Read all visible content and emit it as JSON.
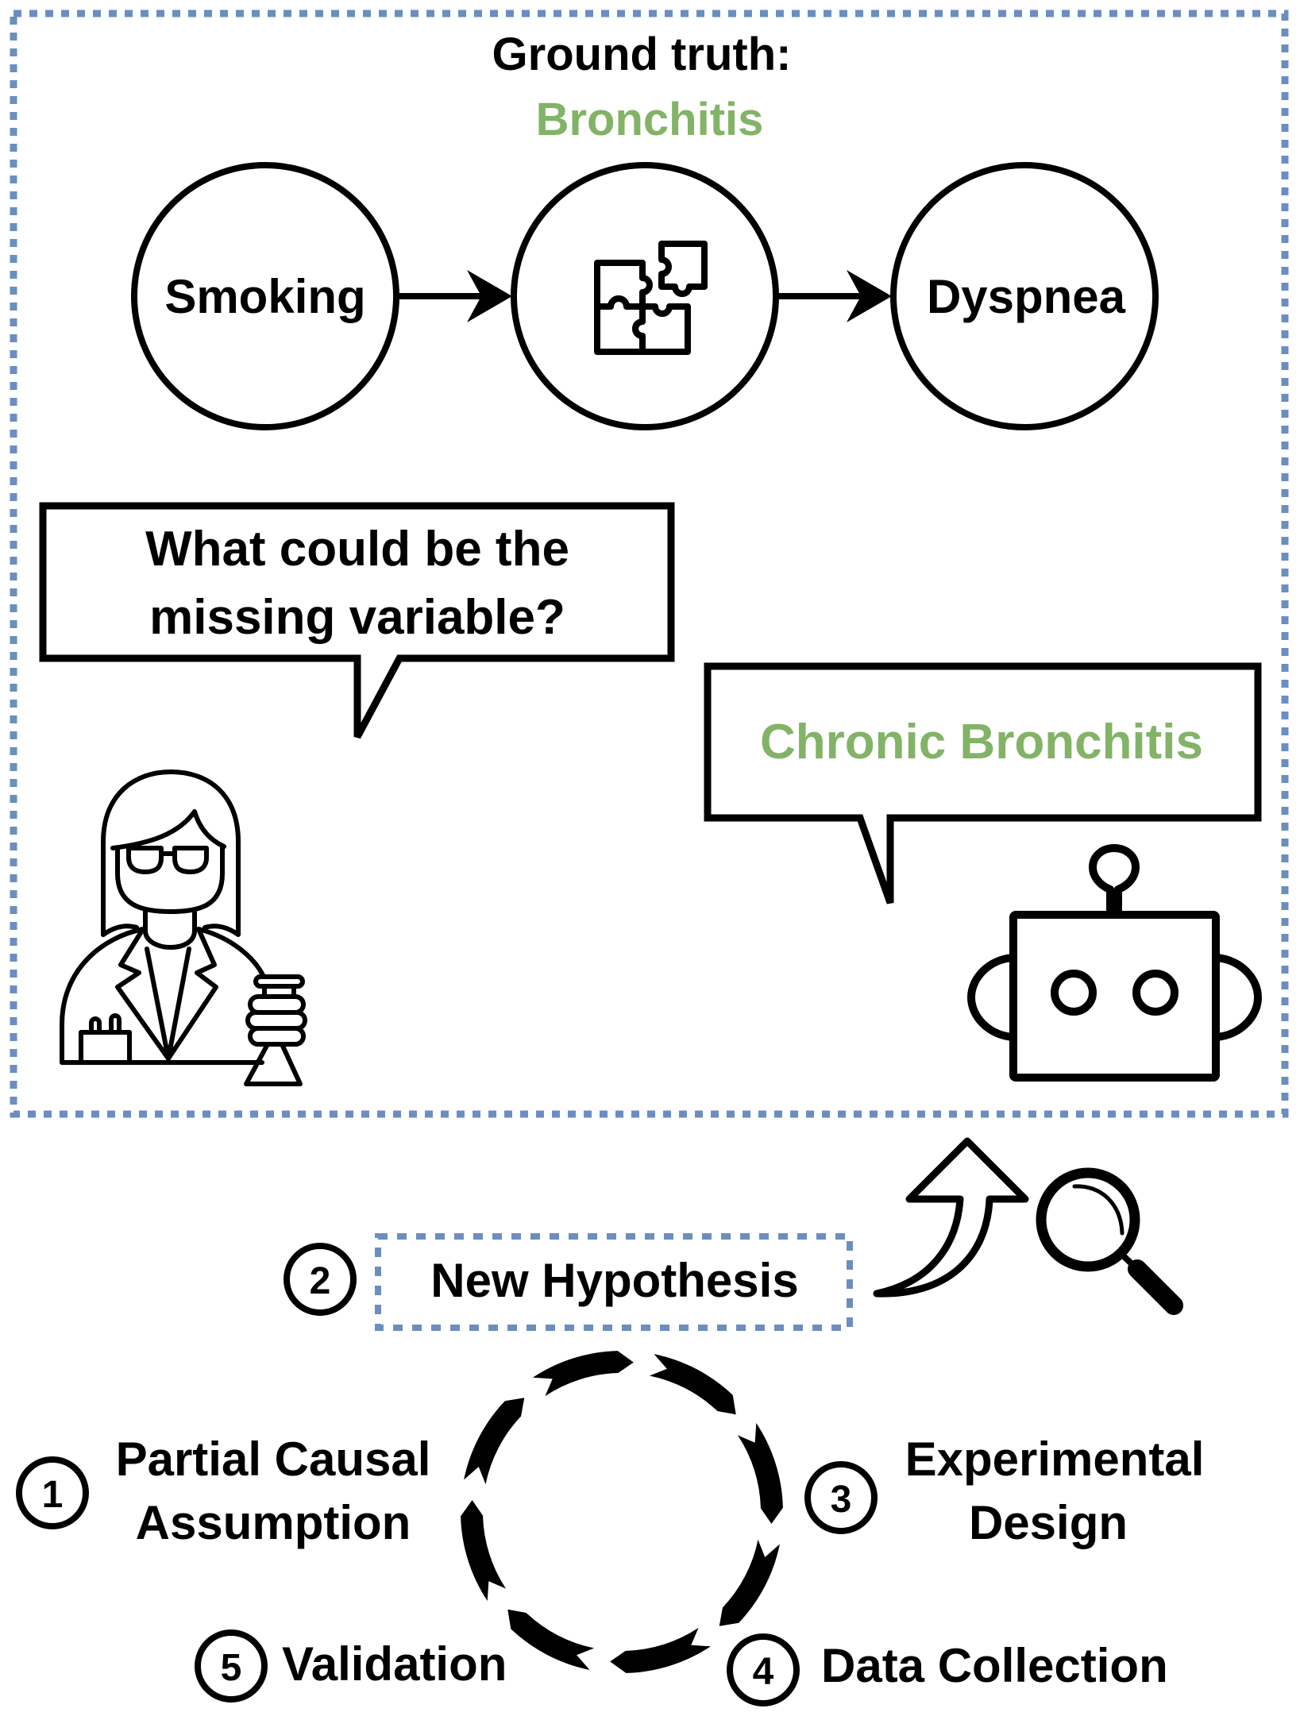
{
  "colors": {
    "accent_green": "#82b366",
    "dash_blue": "#6c8ebf",
    "ink": "#000000"
  },
  "ground_truth": {
    "label": "Ground truth:",
    "value": "Bronchitis"
  },
  "causal_chain": {
    "nodes": [
      {
        "label": "Smoking"
      },
      {
        "label": "",
        "icon": "puzzle-icon"
      },
      {
        "label": "Dyspnea"
      }
    ]
  },
  "scientist_bubble": {
    "line1": "What could be the",
    "line2": "missing variable?"
  },
  "robot_bubble": {
    "text": "Chronic Bronchitis"
  },
  "cycle": {
    "steps": [
      {
        "number": "1",
        "line1": "Partial Causal",
        "line2": "Assumption"
      },
      {
        "number": "2",
        "line1": "New Hypothesis"
      },
      {
        "number": "3",
        "line1": "Experimental",
        "line2": "Design"
      },
      {
        "number": "4",
        "line1": "Data Collection"
      },
      {
        "number": "5",
        "line1": "Validation"
      }
    ]
  }
}
